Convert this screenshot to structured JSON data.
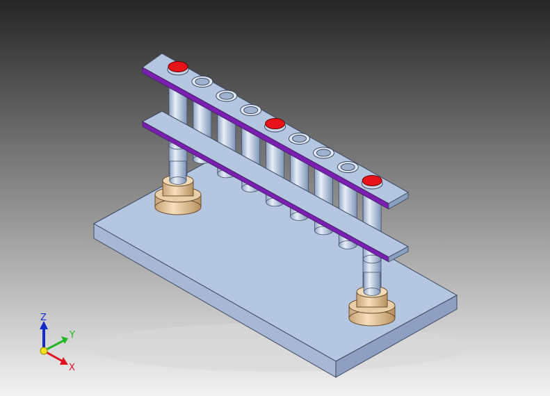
{
  "viewport": {
    "background_top": "#262626",
    "background_bottom": "#f2f2f2"
  },
  "model": {
    "plate_color": "#b4c6e0",
    "rack_edge_color": "#7a1fb0",
    "tube_color": "#c4d2e6",
    "cap_color": "#e8121a",
    "bushing_color": "#e6c69a",
    "tube_count": 9,
    "capped_tubes": [
      0,
      4,
      8
    ]
  },
  "triad": {
    "x_label": "X",
    "y_label": "Y",
    "z_label": "Z",
    "x_color": "#e0141e",
    "y_color": "#26b526",
    "z_color": "#1428c8"
  }
}
